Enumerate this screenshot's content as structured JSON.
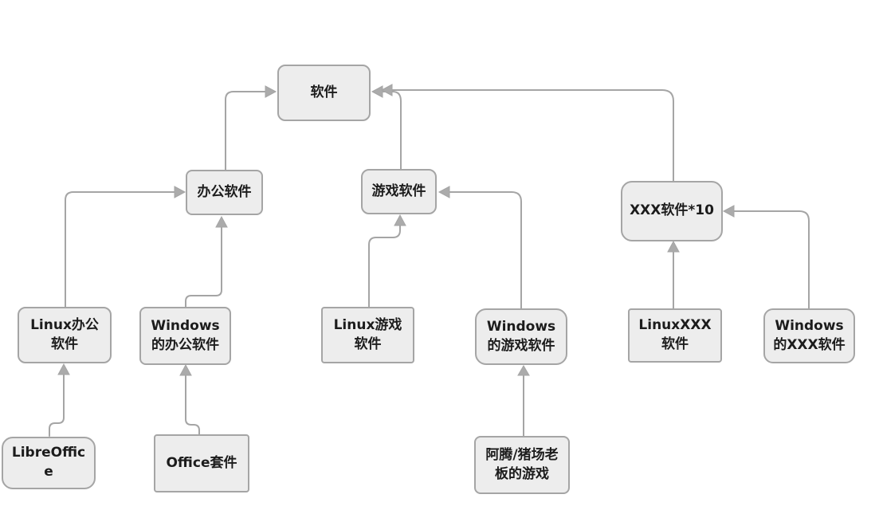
{
  "diagram": {
    "type": "tree",
    "description": "Hand-drawn style software classification diagram; arrows point from child category up to parent",
    "colors": {
      "background": "#ffffff",
      "node_fill": "#ededed",
      "node_stroke": "#a5a5a5",
      "edge_stroke": "#a5a5a5",
      "arrowhead_fill": "#ababab",
      "text": "#1c1c1c"
    },
    "nodes": {
      "software": {
        "label": "软件"
      },
      "office_software": {
        "label": "办公软件"
      },
      "game_software": {
        "label": "游戏软件"
      },
      "xxx_software": {
        "label": "XXX软件*10"
      },
      "linux_office": {
        "label": "Linux办公软件"
      },
      "windows_office": {
        "label": "Windows的办公软件"
      },
      "linux_game": {
        "label": "Linux游戏软件"
      },
      "windows_game": {
        "label": "Windows的游戏软件"
      },
      "linux_xxx": {
        "label": "LinuxXXX软件"
      },
      "windows_xxx": {
        "label": "Windows的XXX软件"
      },
      "libreoffice": {
        "label": "LibreOffice"
      },
      "office_suite": {
        "label": "Office套件"
      },
      "tencent_games": {
        "label": "阿腾/猪场老板的游戏"
      }
    },
    "edges": [
      {
        "from": "office_software",
        "to": "software"
      },
      {
        "from": "game_software",
        "to": "software"
      },
      {
        "from": "xxx_software",
        "to": "software"
      },
      {
        "from": "linux_office",
        "to": "office_software"
      },
      {
        "from": "windows_office",
        "to": "office_software"
      },
      {
        "from": "linux_game",
        "to": "game_software"
      },
      {
        "from": "windows_game",
        "to": "game_software"
      },
      {
        "from": "linux_xxx",
        "to": "xxx_software"
      },
      {
        "from": "windows_xxx",
        "to": "xxx_software"
      },
      {
        "from": "libreoffice",
        "to": "linux_office"
      },
      {
        "from": "office_suite",
        "to": "windows_office"
      },
      {
        "from": "tencent_games",
        "to": "windows_game"
      }
    ]
  }
}
